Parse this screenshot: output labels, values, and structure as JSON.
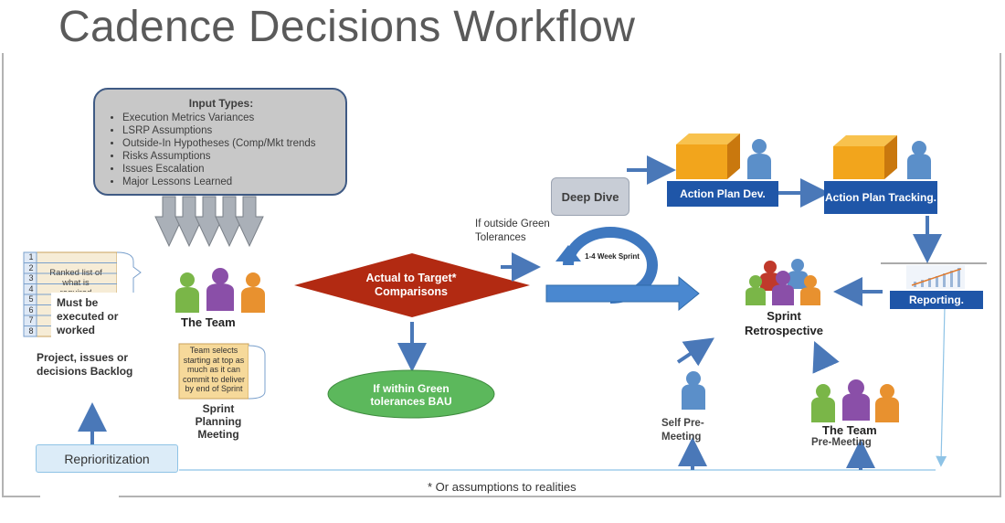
{
  "title": "Cadence Decisions Workflow",
  "input_types": {
    "heading": "Input Types:",
    "items": [
      "Execution Metrics  Variances",
      "LSRP Assumptions",
      "Outside-In Hypotheses (Comp/Mkt trends",
      "Risks Assumptions",
      "Issues Escalation",
      "Major Lessons Learned"
    ]
  },
  "backlog": {
    "list_numbers": [
      "1",
      "2",
      "3",
      "4",
      "5",
      "6",
      "7",
      "8"
    ],
    "ranked_note": "Ranked list of what is required",
    "overlay": "Must be executed or worked",
    "caption": "Project, issues or decisions Backlog"
  },
  "team_left": {
    "label": "The Team",
    "note": "Team selects starting at top as much as it can commit to deliver by end of Sprint",
    "caption": "Sprint Planning Meeting"
  },
  "diamond": {
    "label": "Actual to Target* Comparisons"
  },
  "green_oval": {
    "label": "If within Green tolerances BAU"
  },
  "outside_green": "If outside Green Tolerances",
  "sprint_cycle": "1-4 Week Sprint",
  "deep_dive": "Deep Dive",
  "action_plan_dev": "Action Plan Dev.",
  "action_plan_tracking": "Action Plan Tracking.",
  "reporting": "Reporting.",
  "retrospective": "Sprint Retrospective",
  "self_pre_meeting": "Self Pre-Meeting",
  "team_right": {
    "label": "The Team",
    "caption": "Pre-Meeting"
  },
  "reprioritization": "Reprioritization",
  "footnote": "* Or assumptions to realities",
  "colors": {
    "arrow": "#4a78b8",
    "diamond": "#b22a12",
    "oval": "#5cb85c",
    "box_blue": "#1f56a8",
    "cube": "#f2a51c",
    "person_green": "#7ab648",
    "person_purple": "#8a4fa8",
    "person_orange": "#e8912f",
    "person_blue": "#5b8fc9"
  }
}
